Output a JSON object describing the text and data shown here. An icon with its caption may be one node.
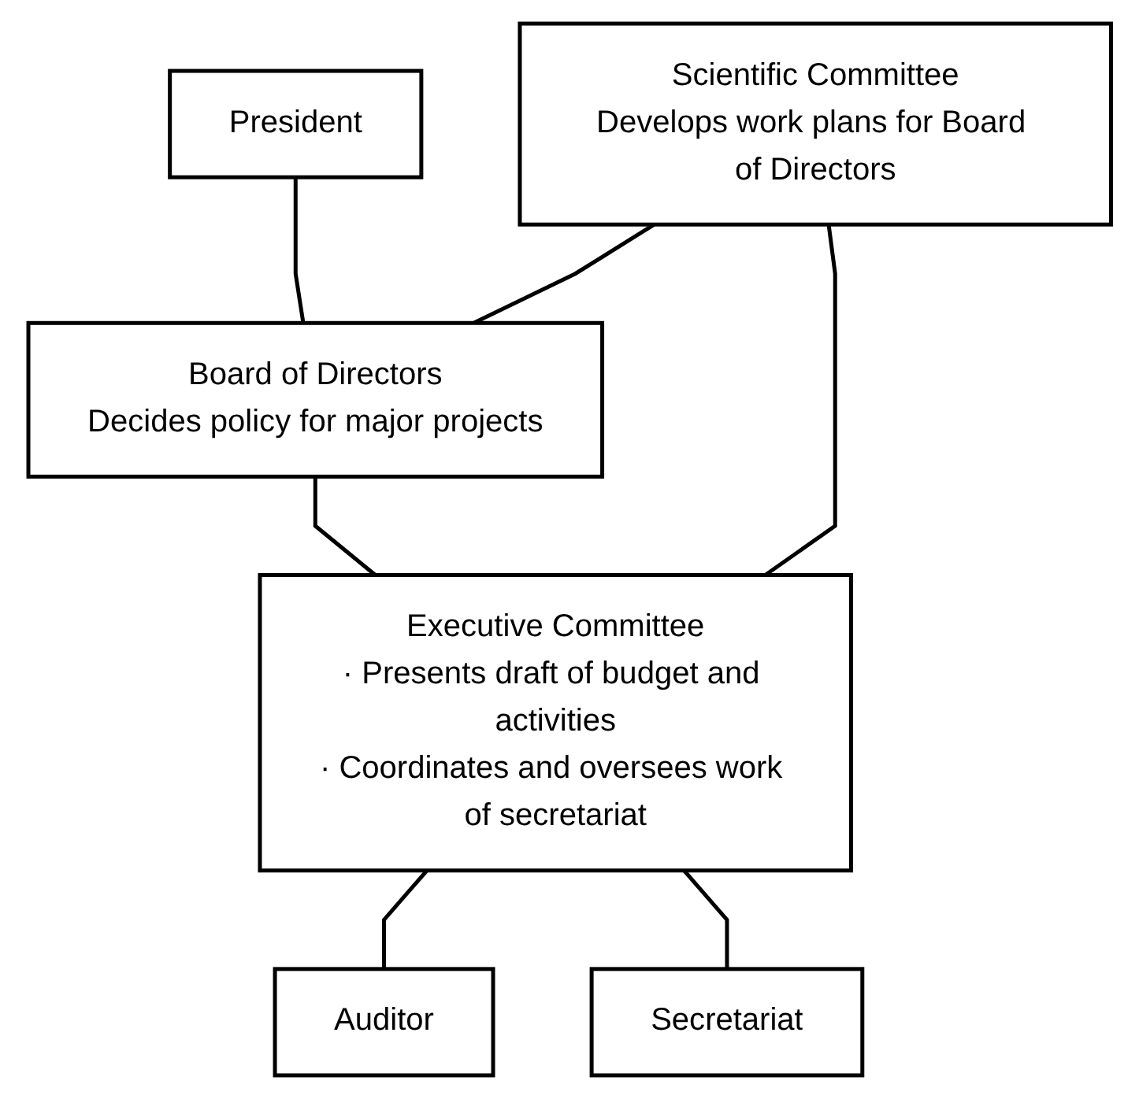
{
  "diagram": {
    "nodes": [
      {
        "text": [
          "President"
        ]
      },
      {
        "text": [
          "Scientific Committee",
          "Develops work plans for Board of Directors"
        ]
      },
      {
        "text": [
          "Board of Directors",
          "Decides policy for major projects"
        ]
      },
      {
        "text": [
          "Executive Committee",
          "· Presents draft of budget and activities",
          "· Coordinates and oversees work of secretariat"
        ]
      },
      {
        "text": [
          "Auditor"
        ]
      },
      {
        "text": [
          "Secretariat"
        ]
      }
    ],
    "edges": [
      {
        "from": 0,
        "to": 2,
        "arrow": "none"
      },
      {
        "from": 1,
        "to": 2,
        "arrow": "none"
      },
      {
        "from": 2,
        "to": 3,
        "arrow": "none"
      },
      {
        "from": 1,
        "to": 3,
        "arrow": "none"
      },
      {
        "from": 3,
        "to": 4,
        "arrow": "none"
      },
      {
        "from": 3,
        "to": 5,
        "arrow": "none"
      }
    ]
  }
}
